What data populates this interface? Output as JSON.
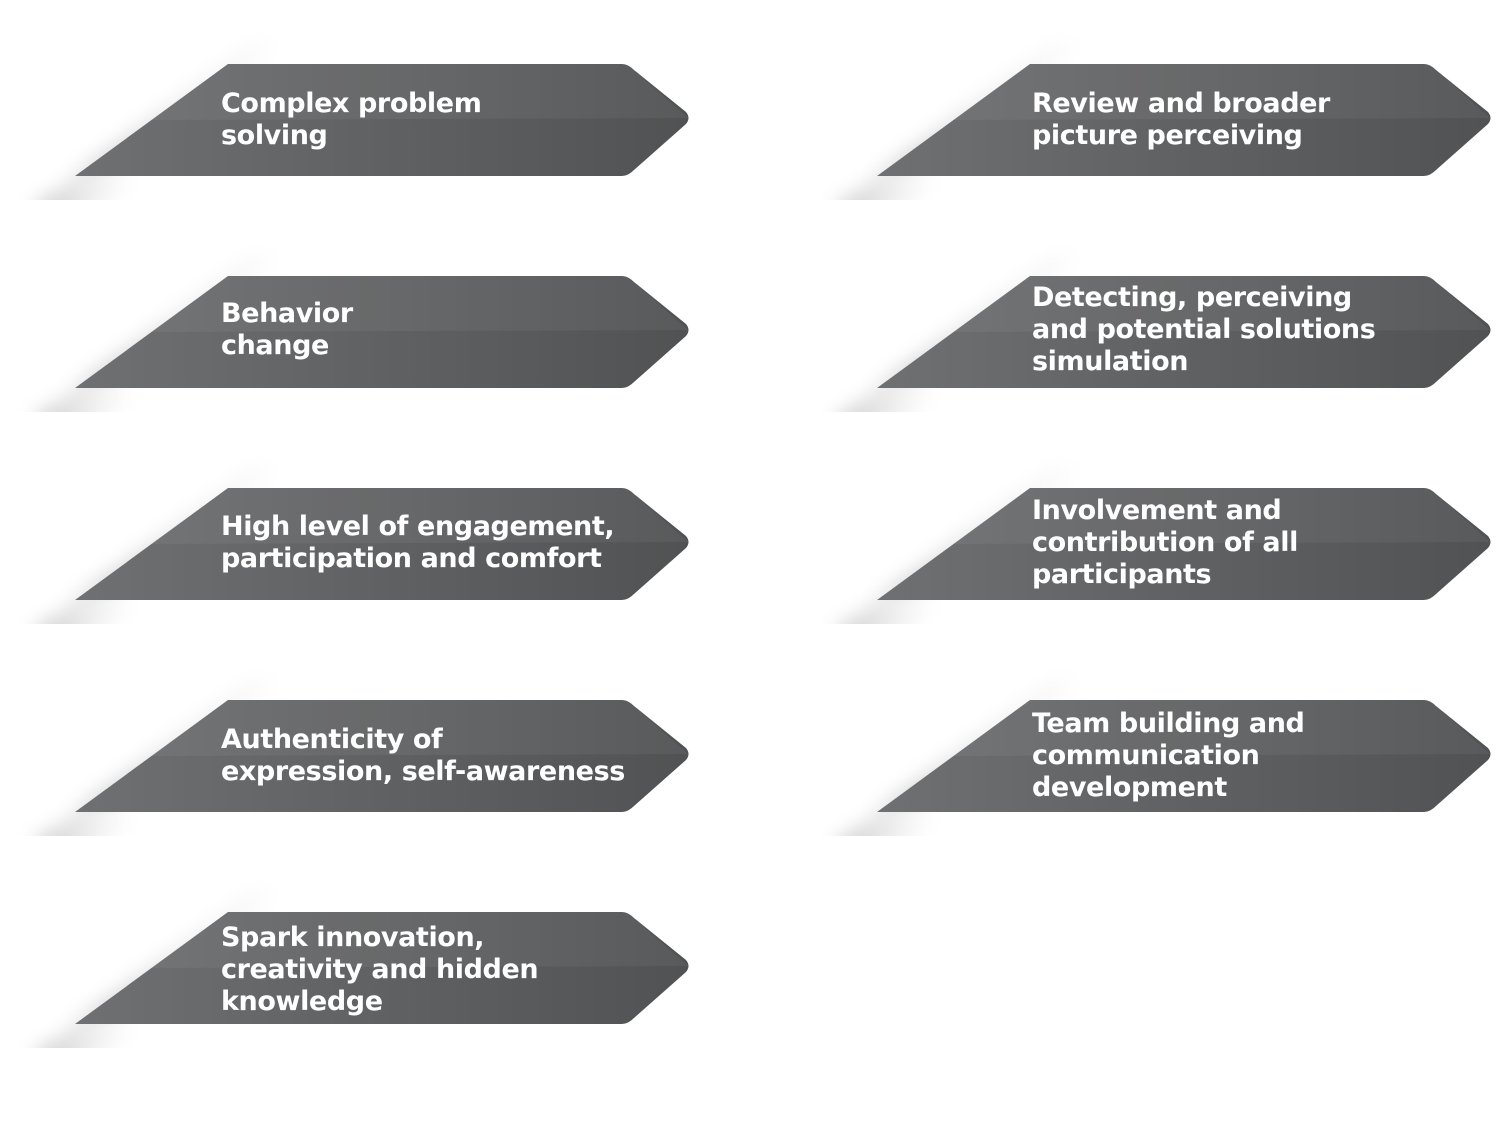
{
  "colors": {
    "arrow_light": "#6f7072",
    "arrow_dark": "#505253",
    "shadow": "#000000",
    "text": "#ffffff",
    "background": "#ffffff"
  },
  "arrows": [
    {
      "id": "complex-problem-solving",
      "lines": [
        "Complex problem",
        "solving"
      ]
    },
    {
      "id": "review-broader-picture",
      "lines": [
        "Review and broader",
        "picture perceiving"
      ]
    },
    {
      "id": "behavior-change",
      "lines": [
        "Behavior",
        "change"
      ]
    },
    {
      "id": "detecting-perceiving",
      "lines": [
        "Detecting, perceiving",
        "and potential solutions",
        "simulation"
      ]
    },
    {
      "id": "high-level-engagement",
      "lines": [
        "High level of engagement,",
        "participation and comfort"
      ]
    },
    {
      "id": "involvement-contribution",
      "lines": [
        "Involvement and",
        "contribution of all",
        "participants"
      ]
    },
    {
      "id": "authenticity-expression",
      "lines": [
        "Authenticity of",
        "expression, self-awareness"
      ]
    },
    {
      "id": "team-building",
      "lines": [
        "Team building and",
        "communication",
        "development"
      ]
    },
    {
      "id": "spark-innovation",
      "lines": [
        "Spark innovation,",
        "creativity and hidden",
        "knowledge"
      ]
    }
  ]
}
